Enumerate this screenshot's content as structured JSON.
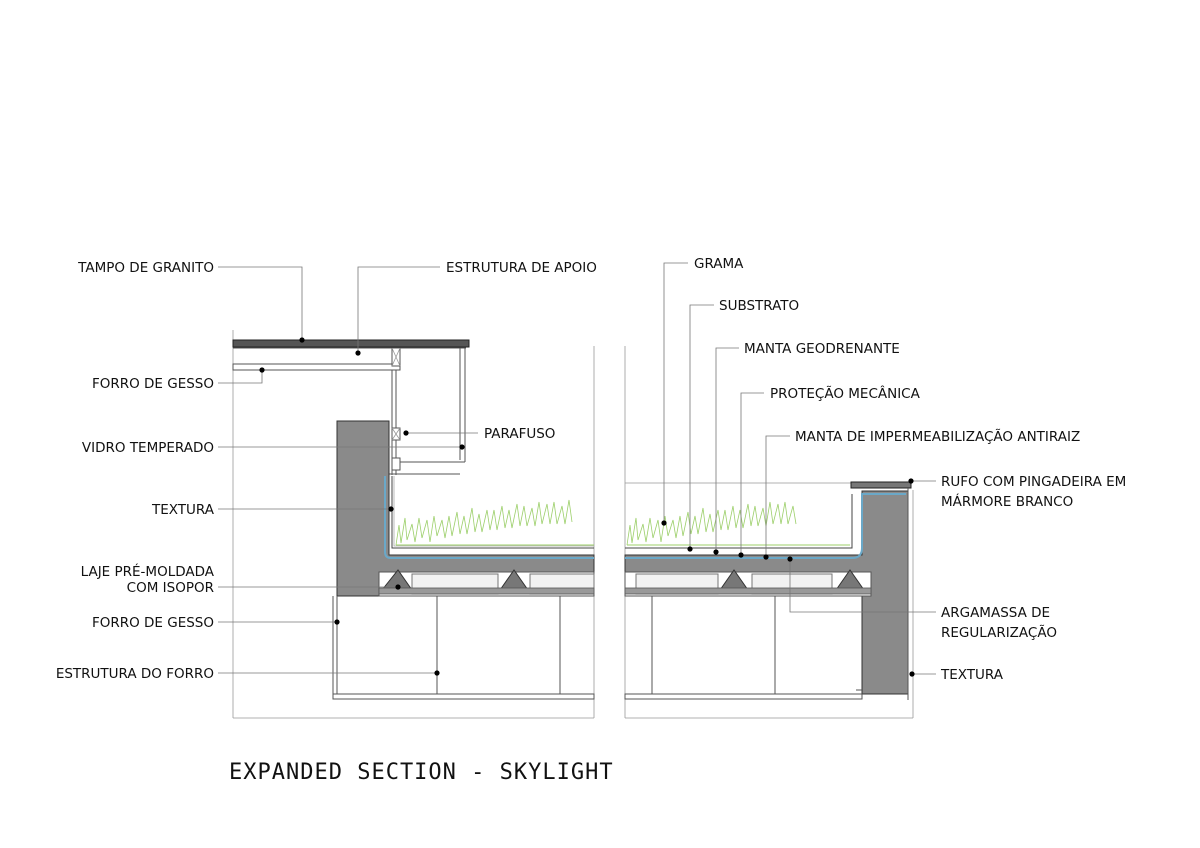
{
  "title": "EXPANDED SECTION - SKYLIGHT",
  "labels": {
    "tampo_de_granito": "TAMPO DE GRANITO",
    "estrutura_de_apoio": "ESTRUTURA DE APOIO",
    "forro_de_gesso_top": "FORRO DE GESSO",
    "parafuso": "PARAFUSO",
    "vidro_temperado": "VIDRO TEMPERADO",
    "textura_left": "TEXTURA",
    "laje_line1": "LAJE PRÉ-MOLDADA",
    "laje_line2": "COM ISOPOR",
    "forro_de_gesso_bottom": "FORRO DE GESSO",
    "estrutura_do_forro": "ESTRUTURA DO FORRO",
    "grama": "GRAMA",
    "substrato": "SUBSTRATO",
    "manta_geodrenante": "MANTA GEODRENANTE",
    "protecao_mecanica": "PROTEÇÃO MECÂNICA",
    "manta_impermeabilizacao": "MANTA DE IMPERMEABILIZAÇÃO ANTIRAIZ",
    "rufo_line1": "RUFO COM PINGADEIRA EM",
    "rufo_line2": "MÁRMORE BRANCO",
    "argamassa_line1": "ARGAMASSA DE",
    "argamassa_line2": "REGULARIZAÇÃO",
    "textura_right": "TEXTURA"
  },
  "colors": {
    "concrete": "#8a8a8a",
    "grass": "#9ccf6a",
    "membrane": "#6aa8c8",
    "granite": "#555555"
  }
}
